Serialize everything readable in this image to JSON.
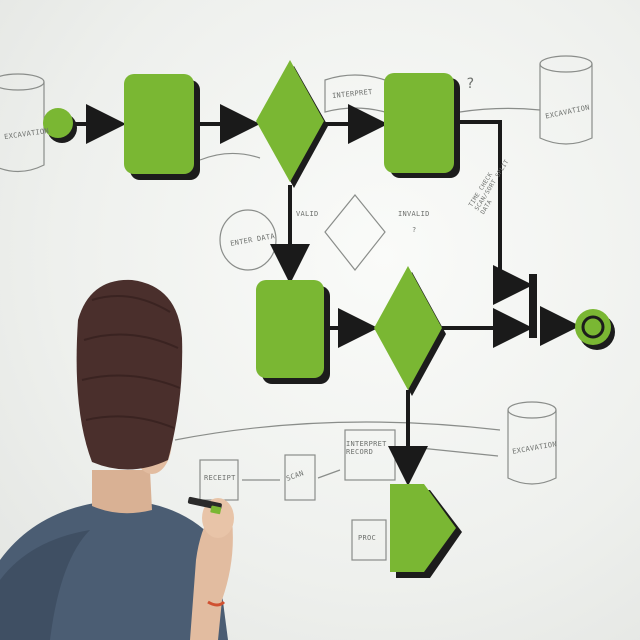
{
  "scene": {
    "description_colors": {
      "flow_green": "#7ab733",
      "flow_shadow": "#1c1c1c",
      "connector": "#1a1a1a",
      "whiteboard": "#f4f5f3",
      "beanie": "#4a2f2c",
      "shirt": "#4a5c72",
      "skin": "#e8c4a8"
    }
  },
  "sketch_labels": {
    "top_left_cylinder": "EXCAVATION",
    "top_right_cylinder": "EXCAVATION",
    "interpret": "INTERPRET",
    "valid": "VALID",
    "invalid": "INVALID",
    "enter_data": "ENTER DATA",
    "note_side": "TIME CHECK SCAN/SORT SPLIT DATA",
    "receipt": "RECEIPT",
    "scan": "SCAN",
    "interpret_bottom": "INTERPRET RECORD",
    "proc": "PROC",
    "bottom_right_cylinder": "EXCAVATION",
    "question_top": "?",
    "question_invalid": "?"
  }
}
